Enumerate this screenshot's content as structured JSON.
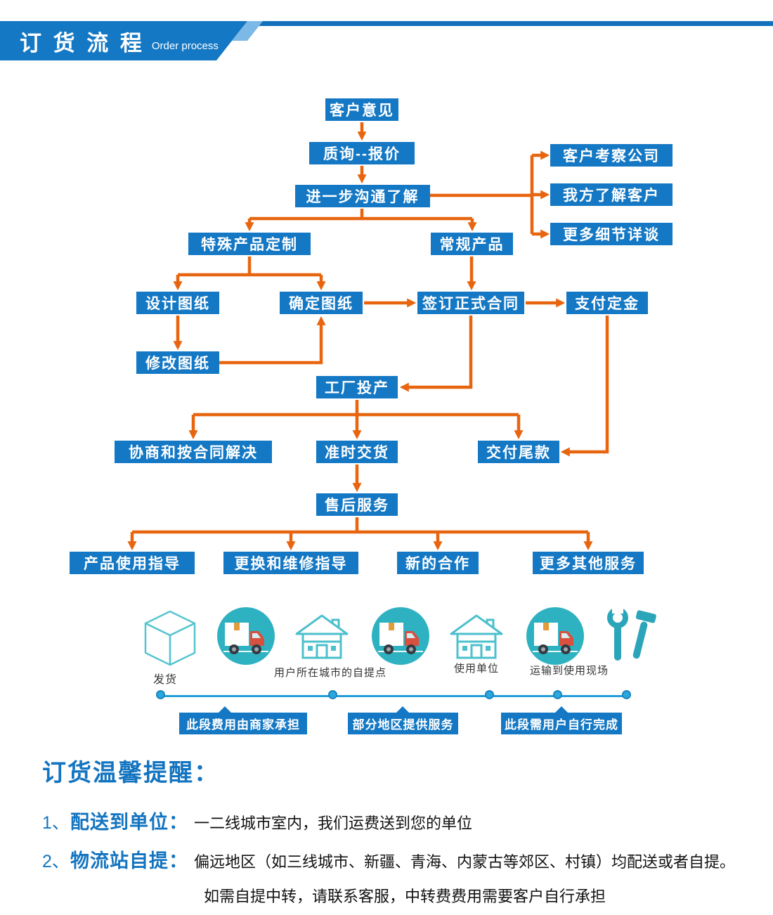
{
  "header": {
    "title": "订 货 流 程",
    "subtitle": "Order process"
  },
  "flow": {
    "customer_opinion": "客户意见",
    "inquiry_quote": "质询--报价",
    "further_communication": "进一步沟通了解",
    "customer_inspect_company": "客户考察公司",
    "we_know_customer": "我方了解客户",
    "more_details_talk": "更多细节详谈",
    "special_product_custom": "特殊产品定制",
    "regular_product": "常规产品",
    "design_drawing": "设计图纸",
    "confirm_drawing": "确定图纸",
    "sign_contract": "签订正式合同",
    "pay_deposit": "支付定金",
    "modify_drawing": "修改图纸",
    "factory_production": "工厂投产",
    "negotiate_resolve": "协商和按合同解决",
    "ontime_delivery": "准时交货",
    "pay_balance": "交付尾款",
    "aftersales_service": "售后服务",
    "product_usage_guide": "产品使用指导",
    "replace_repair_guide": "更换和维修指导",
    "new_cooperation": "新的合作",
    "more_other_services": "更多其他服务"
  },
  "logistics": {
    "shipping": "发货",
    "city_pickup": "用户所在城市的自提点",
    "user_unit": "使用单位",
    "transport_site": "运输到使用现场",
    "tag_merchant_cost": "此段费用由商家承担",
    "tag_partial_service": "部分地区提供服务",
    "tag_user_complete": "此段需用户自行完成"
  },
  "reminder": {
    "title": "订货温馨提醒：",
    "item1_num": "1、",
    "item1_label": "配送到单位：",
    "item1_text": "一二线城市室内，我们运费送到您的单位",
    "item2_num": "2、",
    "item2_label": "物流站自提：",
    "item2_text": "偏远地区（如三线城市、新疆、青海、内蒙古等郊区、村镇）均配送或者自提。",
    "item2_text_cont": "如需自提中转，请联系客服，中转费费用需要客户自行承担"
  },
  "colors": {
    "accent_blue": "#1478c4",
    "arrow_orange": "#e8650f",
    "teal_circle": "#2eb2c2",
    "icon_teal": "#4cc0cc",
    "timeline_blue": "#229fd8"
  }
}
